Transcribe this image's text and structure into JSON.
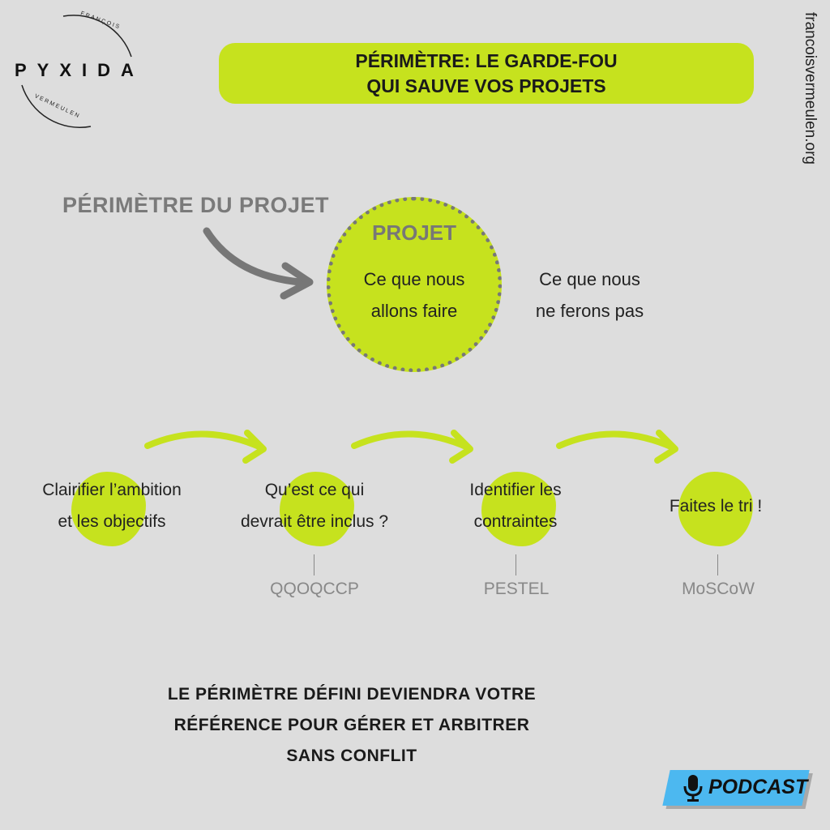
{
  "logo": {
    "brand": "PYXIDA",
    "top_arc": "FRANÇOIS",
    "bottom_arc": "VERMEULEN"
  },
  "header": {
    "title_line1": "PÉRIMÈTRE: LE GARDE-FOU",
    "title_line2": "QUI SAUVE VOS PROJETS"
  },
  "website": "francoisvermeulen.org",
  "scope": {
    "label": "PÉRIMÈTRE DU PROJET",
    "circle_title": "PROJET",
    "inside_line1": "Ce que nous",
    "inside_line2": "allons faire",
    "outside_line1": "Ce que nous",
    "outside_line2": "ne ferons pas"
  },
  "steps": [
    {
      "line1": "Clairifier l’ambition",
      "line2": "et les objectifs"
    },
    {
      "line1": "Qu’est ce qui",
      "line2": "devrait être inclus ?",
      "tool": "QQOQCCP"
    },
    {
      "line1": "Identifier les",
      "line2": "contraintes",
      "tool": "PESTEL"
    },
    {
      "line1": "Faites le tri !",
      "tool": "MoSCoW"
    }
  ],
  "conclusion": {
    "line1": "LE PÉRIMÈTRE DÉFINI DEVIENDRA VOTRE",
    "line2": "RÉFÉRENCE POUR GÉRER ET ARBITRER",
    "line3": "SANS CONFLIT"
  },
  "podcast": {
    "label": "PODCAST"
  },
  "colors": {
    "accent": "#c6e21e",
    "background": "#dddddd",
    "podcast": "#4cb8f0",
    "gray": "#777777"
  }
}
